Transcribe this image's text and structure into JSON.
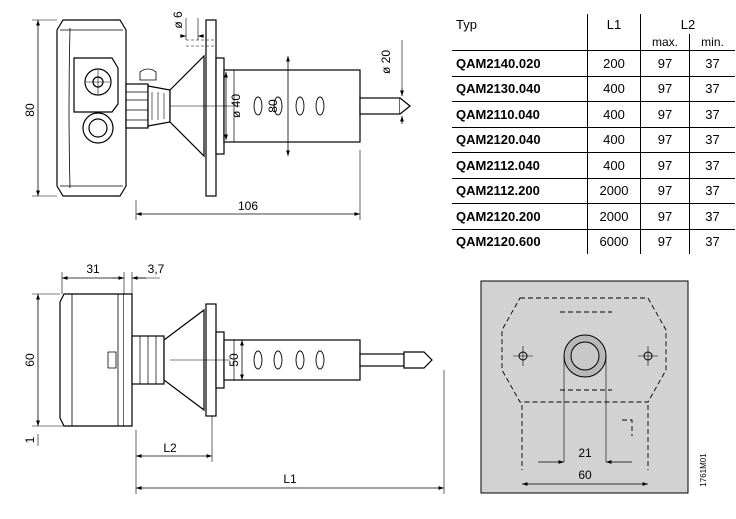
{
  "table": {
    "header": {
      "typ": "Typ",
      "l1": "L1",
      "l2": "L2",
      "max": "max.",
      "min": "min."
    },
    "rows": [
      {
        "model": "QAM2140.020",
        "l1": "200",
        "max": "97",
        "min": "37"
      },
      {
        "model": "QAM2130.040",
        "l1": "400",
        "max": "97",
        "min": "37"
      },
      {
        "model": "QAM2110.040",
        "l1": "400",
        "max": "97",
        "min": "37"
      },
      {
        "model": "QAM2120.040",
        "l1": "400",
        "max": "97",
        "min": "37"
      },
      {
        "model": "QAM2112.040",
        "l1": "400",
        "max": "97",
        "min": "37"
      },
      {
        "model": "QAM2112.200",
        "l1": "2000",
        "max": "97",
        "min": "37"
      },
      {
        "model": "QAM2120.200",
        "l1": "2000",
        "max": "97",
        "min": "37"
      },
      {
        "model": "QAM2120.600",
        "l1": "6000",
        "max": "97",
        "min": "37"
      }
    ]
  },
  "dims": {
    "top_height": "80",
    "hole_dia": "ø 6",
    "probe_dia": "ø 20",
    "cone_dia": "ø 40",
    "cone_height": "80",
    "top_length": "106",
    "housing_depth": "31",
    "flange_thickness": "3,7",
    "side_height": "60",
    "side_offset": "1",
    "side_cone": "50",
    "l2": "L2",
    "l1": "L1",
    "hole_spacing": "21",
    "flange_width": "60"
  },
  "drawing_code": "1761M01",
  "colors": {
    "line": "#000000",
    "panel": "#d2d2d2",
    "part": "#ffffff"
  }
}
